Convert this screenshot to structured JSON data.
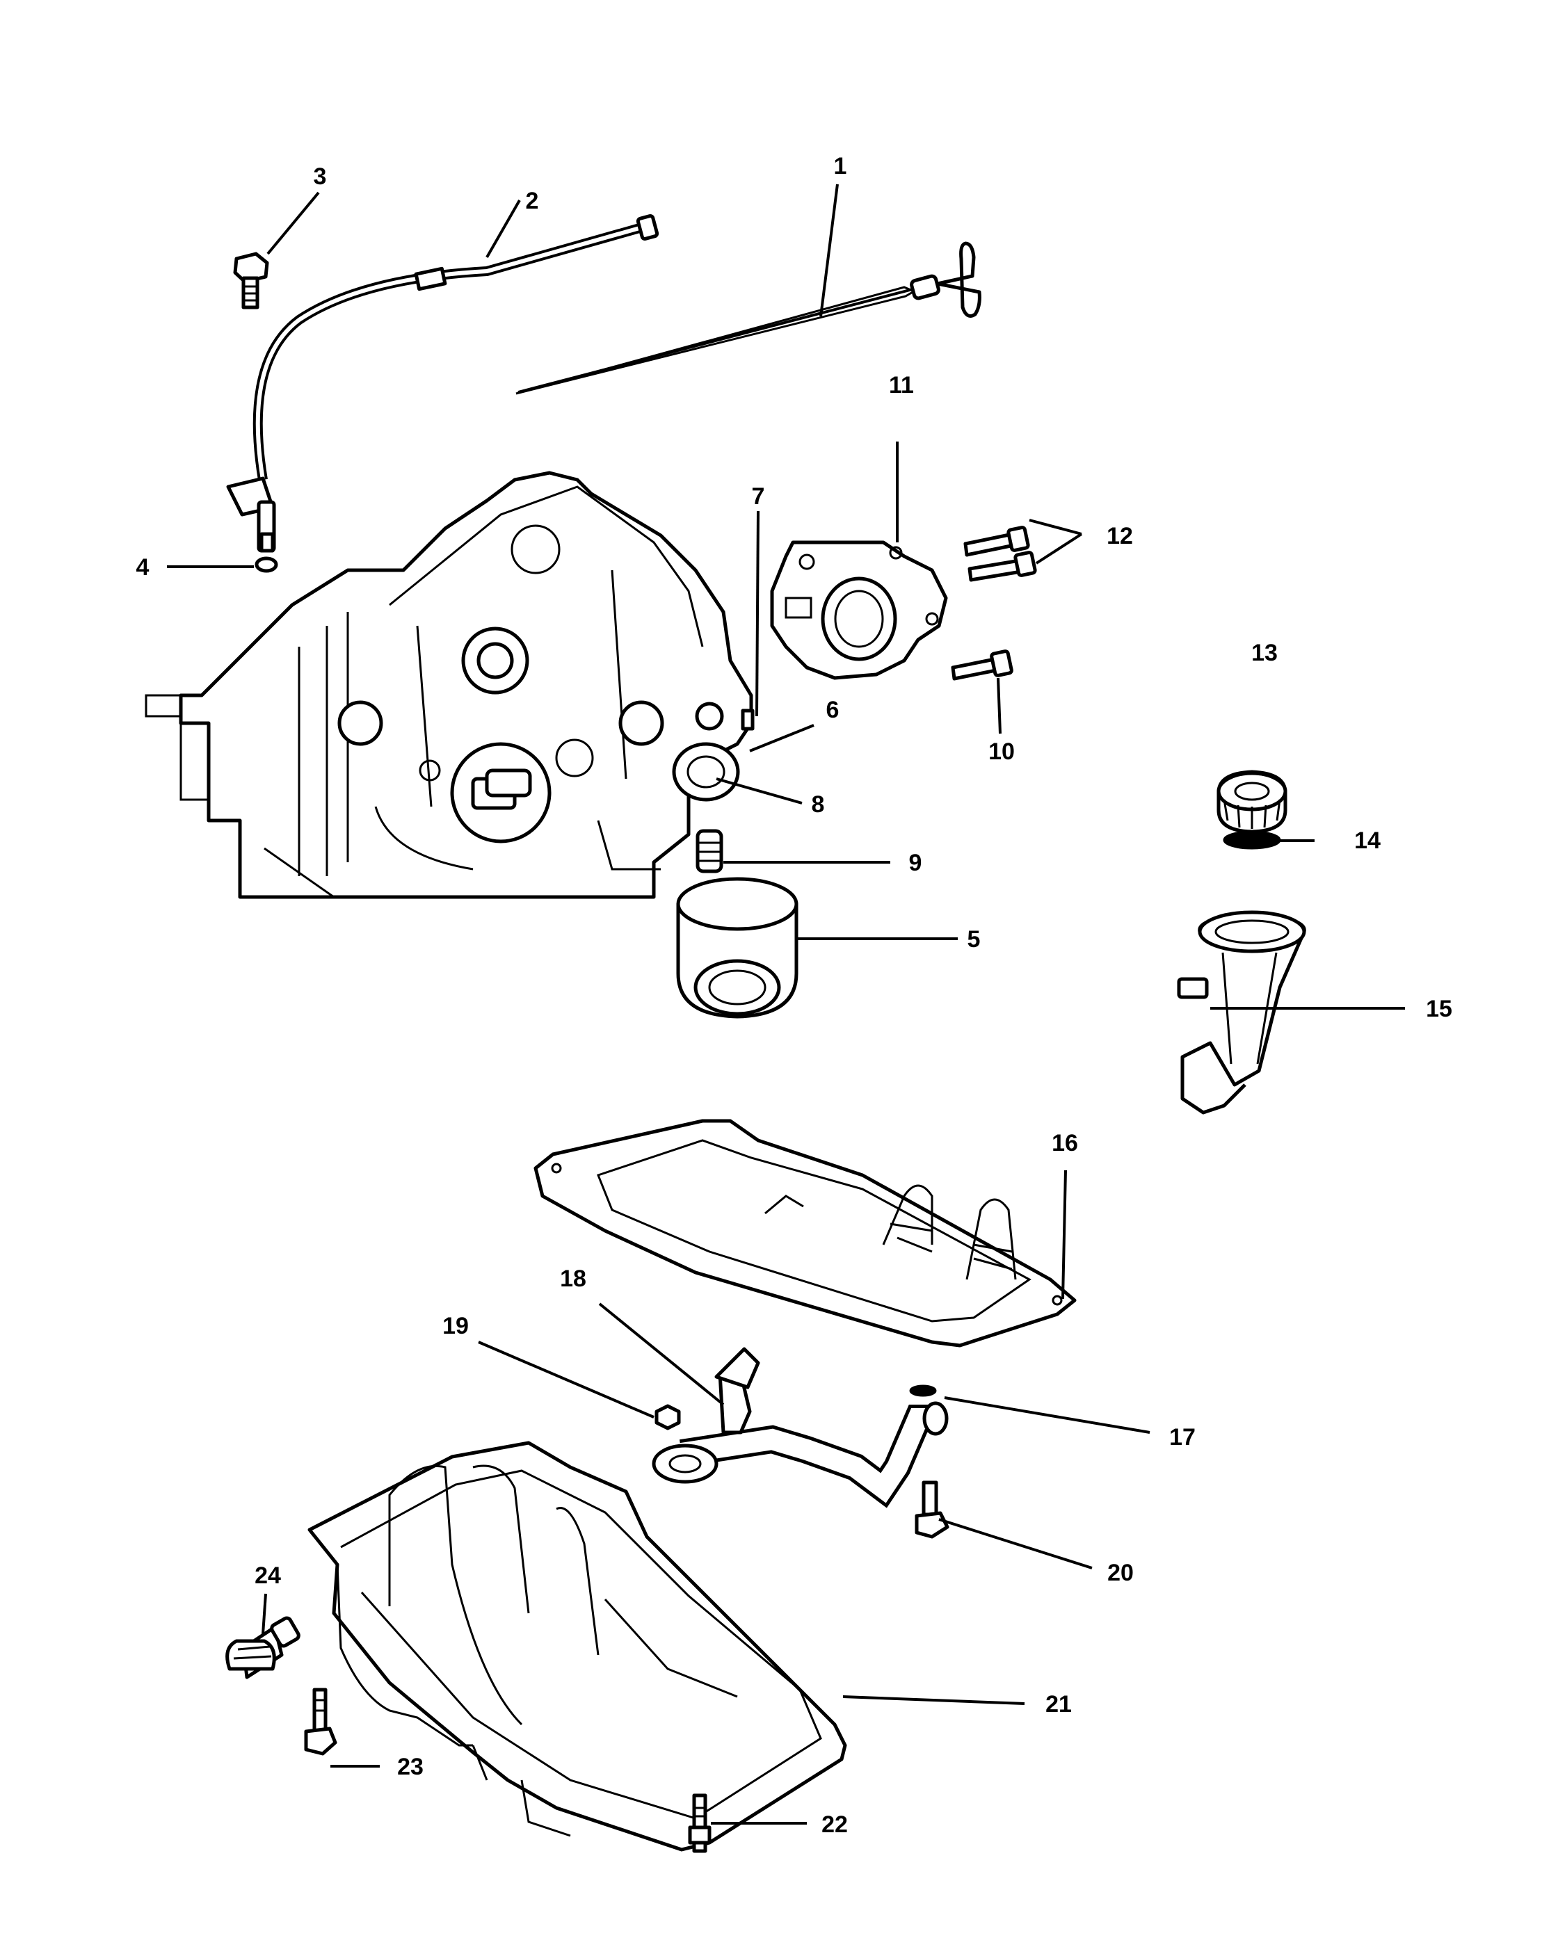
{
  "figure": {
    "callouts": [
      "1",
      "2",
      "3",
      "4",
      "5",
      "6",
      "7",
      "8",
      "9",
      "10",
      "11",
      "12",
      "13",
      "14",
      "15",
      "16",
      "17",
      "18",
      "19",
      "20",
      "21",
      "22",
      "23",
      "24"
    ]
  }
}
